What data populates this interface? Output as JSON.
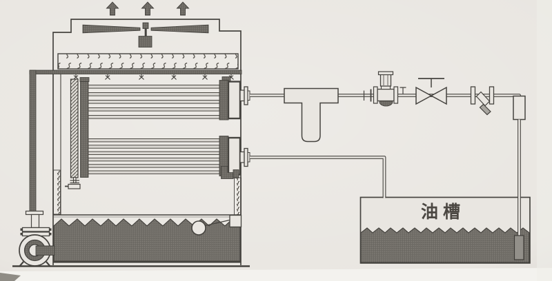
{
  "labels": {
    "oil_tank": "油槽"
  },
  "colors": {
    "paper": "#e9e6e1",
    "line": "#45433f",
    "darkfill": "#6f6c66",
    "liquid": "#74716b",
    "labeltext": "#4b4742"
  },
  "components": [
    "cooling-tower",
    "exhaust-arrows",
    "axial-fan",
    "fan-motor",
    "drift-eliminator",
    "spray-header",
    "spray-nozzles",
    "tube-bundle-upper",
    "tube-bundle-lower",
    "left-header",
    "right-outlet-header-upper",
    "right-outlet-header-lower",
    "air-inlet-louver-left",
    "air-inlet-louver-right",
    "water-basin",
    "float-valve",
    "circulating-pump",
    "riser-pipe",
    "thermometer-pocket",
    "pressure-regulating-valve",
    "globe-valve",
    "y-strainer",
    "downcomer-fitting",
    "suction-strainer",
    "oil-tank"
  ]
}
